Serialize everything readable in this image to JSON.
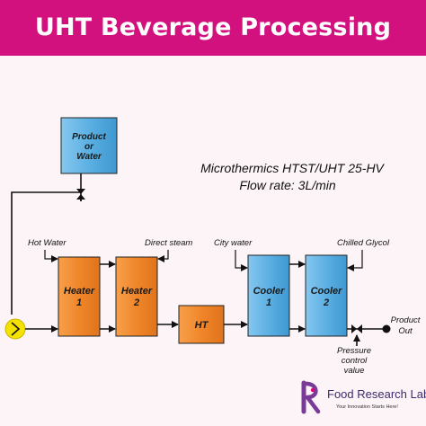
{
  "header": {
    "title": "UHT Beverage Processing"
  },
  "info": {
    "line1": "Microthermics HTST/UHT 25-HV",
    "line2": "Flow rate: 3L/min"
  },
  "tank": {
    "line1": "Product",
    "line2": "or",
    "line3": "Water"
  },
  "units": {
    "heater1": {
      "line1": "Heater",
      "line2": "1"
    },
    "heater2": {
      "line1": "Heater",
      "line2": "2"
    },
    "ht": {
      "label": "HT"
    },
    "cooler1": {
      "line1": "Cooler",
      "line2": "1"
    },
    "cooler2": {
      "line1": "Cooler",
      "line2": "2"
    }
  },
  "utilities": {
    "hot_water": "Hot Water",
    "direct_steam": "Direct steam",
    "city_water": "City water",
    "chilled_glycol": "Chilled Glycol"
  },
  "outlet": {
    "line1": "Product",
    "line2": "Out"
  },
  "pressure_valve": {
    "line1": "Pressure",
    "line2": "control",
    "line3": "value"
  },
  "logo": {
    "name": "Food Research Lab",
    "tagline": "Your Innovation Starts Here!"
  },
  "colors": {
    "header_bg": "#d3117e",
    "background": "#fdf4f7",
    "heater_fill": "#f0862a",
    "cooler_fill": "#5bb0e3",
    "tank_fill": "#5bb0e3",
    "pump": "#f4e200",
    "logo_accent": "#7a3b98"
  }
}
